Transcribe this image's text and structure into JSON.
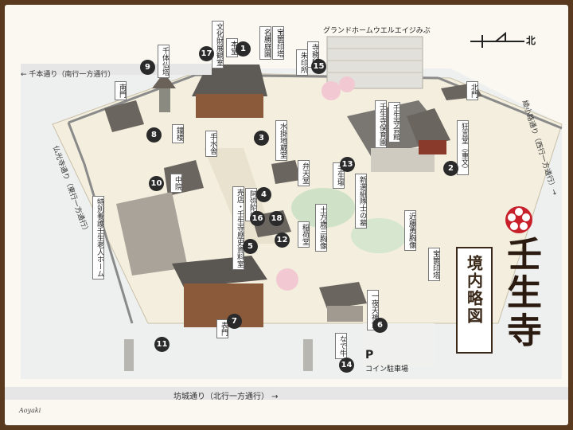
{
  "title": {
    "main": "壬生寺",
    "sub": "境内略図"
  },
  "compass": {
    "label": "北"
  },
  "building_top": {
    "label": "グランドホームウエルエイジみぶ"
  },
  "roads": {
    "north": "← 千本通り（南行一方通行）",
    "south": "坊城通り（北行一方通行） →",
    "west": "仏光寺通り（東行一方通行）",
    "east": "綾小路通り（西行一方通行）→"
  },
  "parking": {
    "symbol": "P",
    "label": "コイン駐車場"
  },
  "signature": "Aoyaki",
  "markers": [
    {
      "num": "1",
      "label": "本堂"
    },
    {
      "num": "2",
      "label": "狂言堂（重文）"
    },
    {
      "num": "3",
      "label": "水掛地蔵堂"
    },
    {
      "num": "4",
      "label": "阿弥陀堂"
    },
    {
      "num": "5",
      "label": "売店・壬生寺歴史資料室"
    },
    {
      "num": "6",
      "label": "一夜天神堂"
    },
    {
      "num": "7",
      "label": "表門"
    },
    {
      "num": "8",
      "label": "鐘楼"
    },
    {
      "num": "9",
      "label": "千体仏塔"
    },
    {
      "num": "10",
      "label": "中院"
    },
    {
      "num": "11",
      "label": ""
    },
    {
      "num": "12",
      "label": "稲荷堂"
    },
    {
      "num": "13",
      "label": "壬生塚"
    },
    {
      "num": "14",
      "label": "なで牛"
    },
    {
      "num": "15",
      "label": "寺務所"
    },
    {
      "num": "16",
      "label": ""
    },
    {
      "num": "17",
      "label": "文化財展観室"
    },
    {
      "num": "18",
      "label": "弁天堂"
    }
  ],
  "labels": {
    "shiryo": "名勝庭園",
    "hokyo_top": "宝篋印塔",
    "shuin": "朱印所",
    "minamimon": "南門",
    "kitamon": "北門",
    "temizu": "手水舎",
    "benten": "弁天堂",
    "hoikuen": "壬生寺保育園",
    "kaikan": "壬生寺会館",
    "shinsengumi": "新選組隊士の墓",
    "hijikata": "土方歳三胸像",
    "kondo": "近藤勇胸像",
    "hokyo_right": "宝篋印塔",
    "rojin": "特別養護壬生老人ホーム",
    "shoten": "売店・壬生寺歴史資料室"
  }
}
